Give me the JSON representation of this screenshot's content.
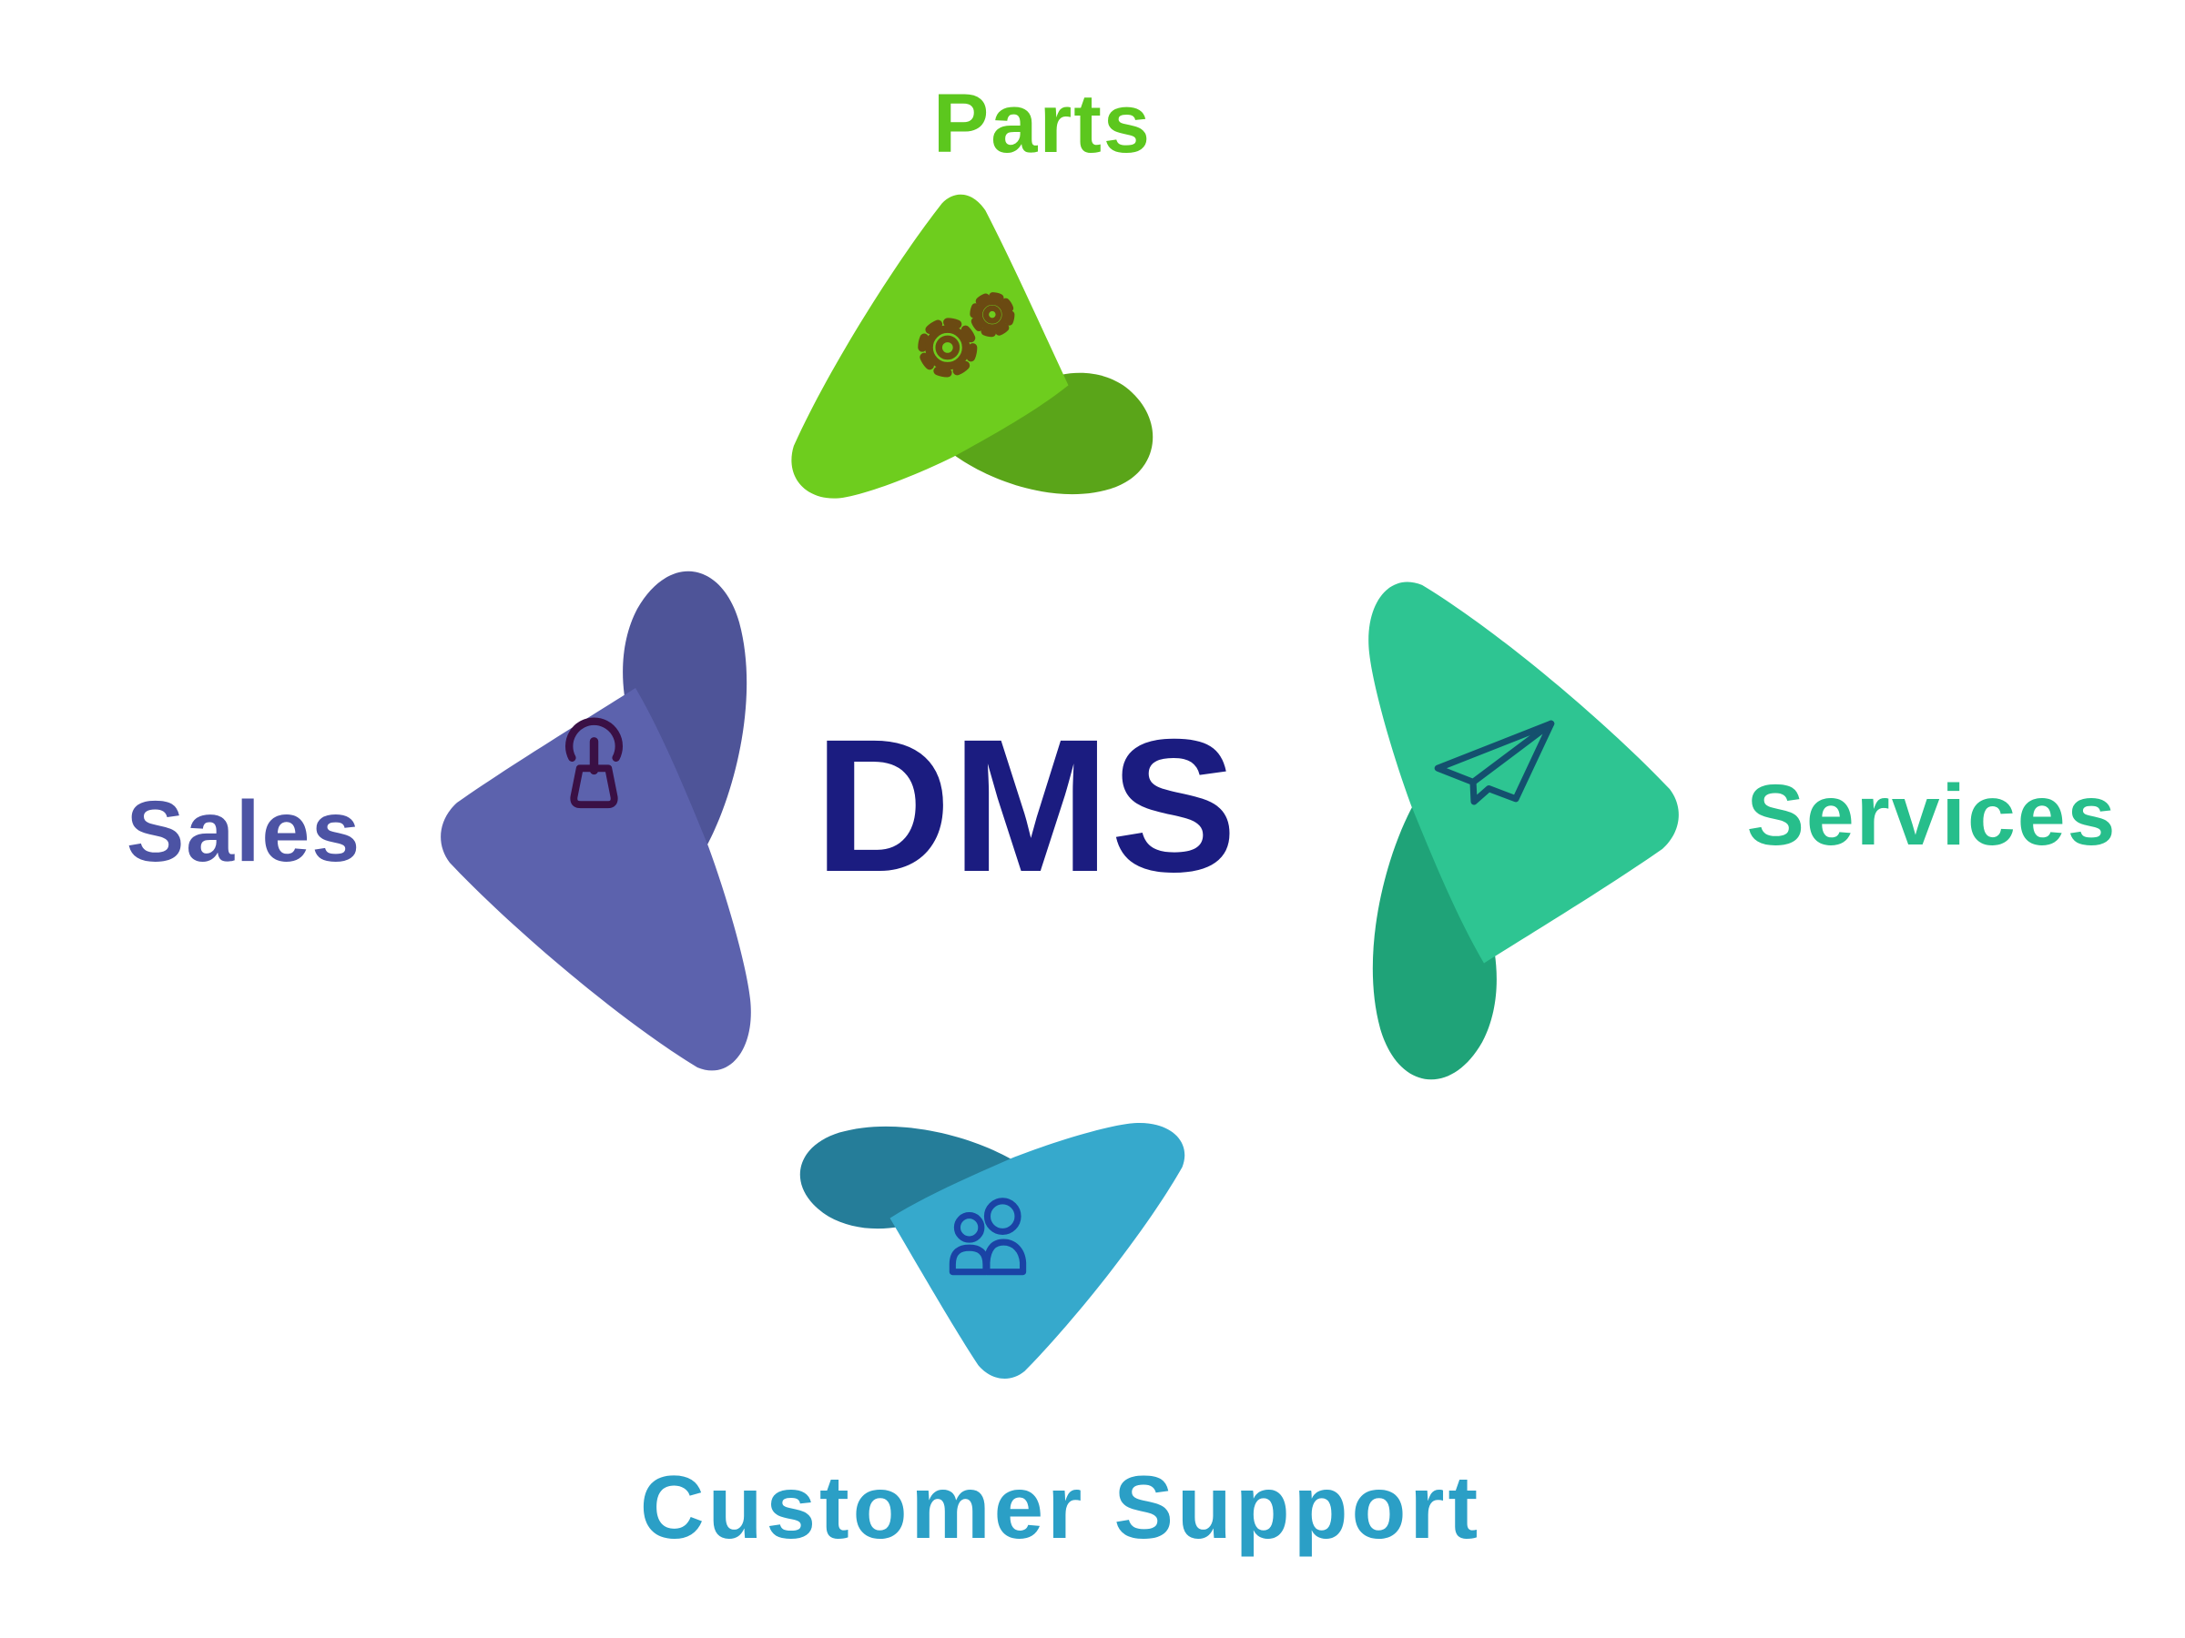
{
  "diagram_title": "DMS",
  "background": "#ffffff",
  "center": {
    "label": "DMS",
    "color": "#1b1c80"
  },
  "nodes": {
    "parts": {
      "label": "Parts",
      "position": "top",
      "label_color": "#5cc71e",
      "arrow_color": "#6ecd1e",
      "fold_color": "#5aa519",
      "icon": "gears-icon",
      "icon_color": "#6b4a12"
    },
    "sales": {
      "label": "Sales",
      "position": "left",
      "label_color": "#4c53a4",
      "arrow_color": "#5c62ad",
      "fold_color": "#4e5498",
      "icon": "tap-icon",
      "icon_color": "#3a1045"
    },
    "services": {
      "label": "Services",
      "position": "right",
      "label_color": "#27be8b",
      "arrow_color": "#2ec592",
      "fold_color": "#1fa378",
      "icon": "paper-plane-icon",
      "icon_color": "#14506e"
    },
    "customer_support": {
      "label": "Customer Support",
      "position": "bottom",
      "label_color": "#2b9fc6",
      "arrow_color": "#36a9cc",
      "fold_color": "#257d99",
      "icon": "people-icon",
      "icon_color": "#1a43a5"
    }
  }
}
